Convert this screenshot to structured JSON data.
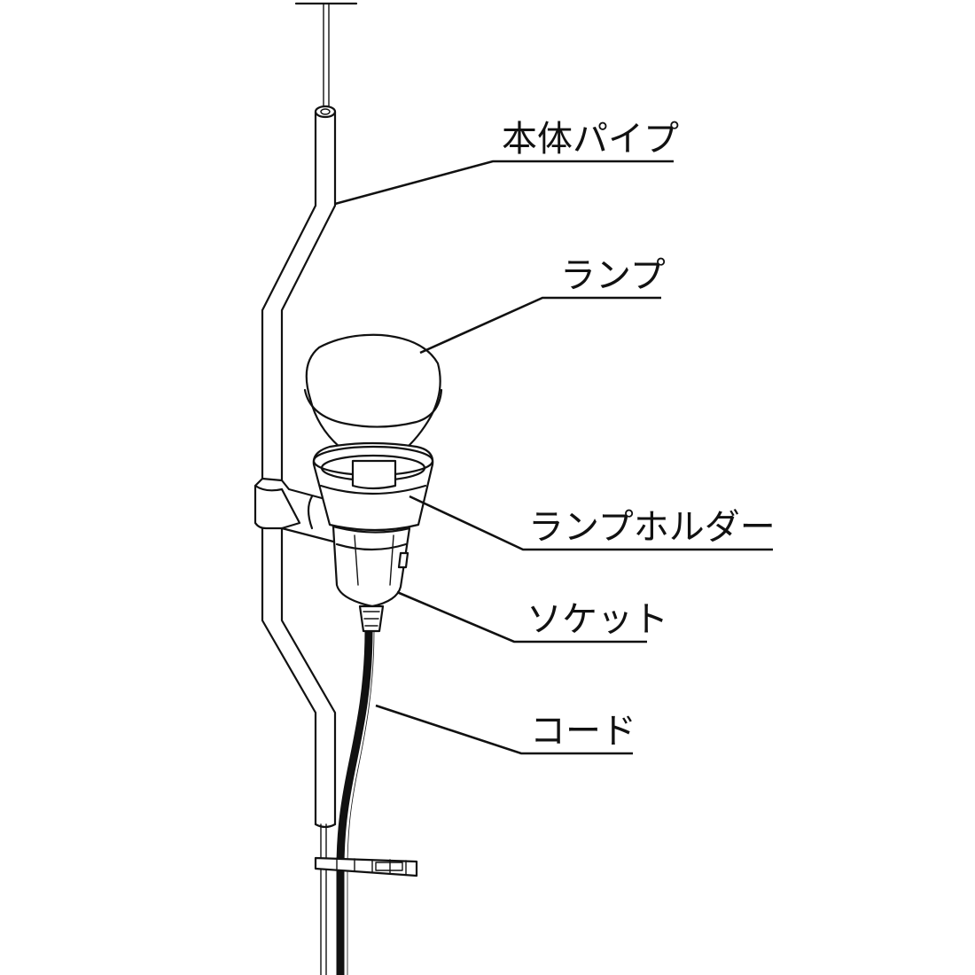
{
  "labels": {
    "pipe": "本体パイプ",
    "lamp": "ランプ",
    "holder": "ランプホルダー",
    "socket": "ソケット",
    "cord": "コード"
  },
  "colors": {
    "line": "#111111",
    "background": "#ffffff"
  }
}
